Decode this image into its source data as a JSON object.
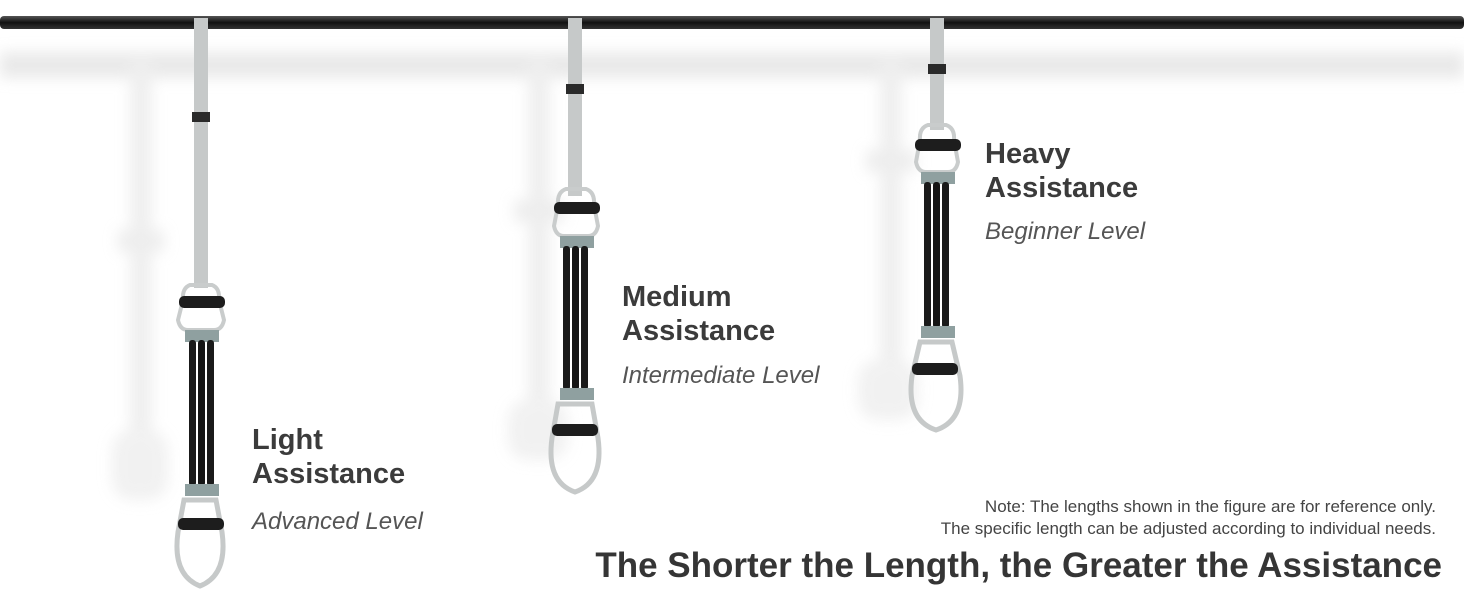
{
  "bands": [
    {
      "title_line1": "Light",
      "title_line2": "Assistance",
      "level": "Advanced Level"
    },
    {
      "title_line1": "Medium",
      "title_line2": "Assistance",
      "level": "Intermediate Level"
    },
    {
      "title_line1": "Heavy",
      "title_line2": "Assistance",
      "level": "Beginner Level"
    }
  ],
  "note": {
    "line1": "Note: The lengths shown in the figure are for reference only.",
    "line2": "The specific length can be adjusted according to individual needs."
  },
  "headline": "The Shorter the Length, the Greater the Assistance",
  "colors": {
    "bar": "#222222",
    "strap": "#c6c9c9",
    "band": "#1a1a1a",
    "text": "#3b3b3b"
  }
}
